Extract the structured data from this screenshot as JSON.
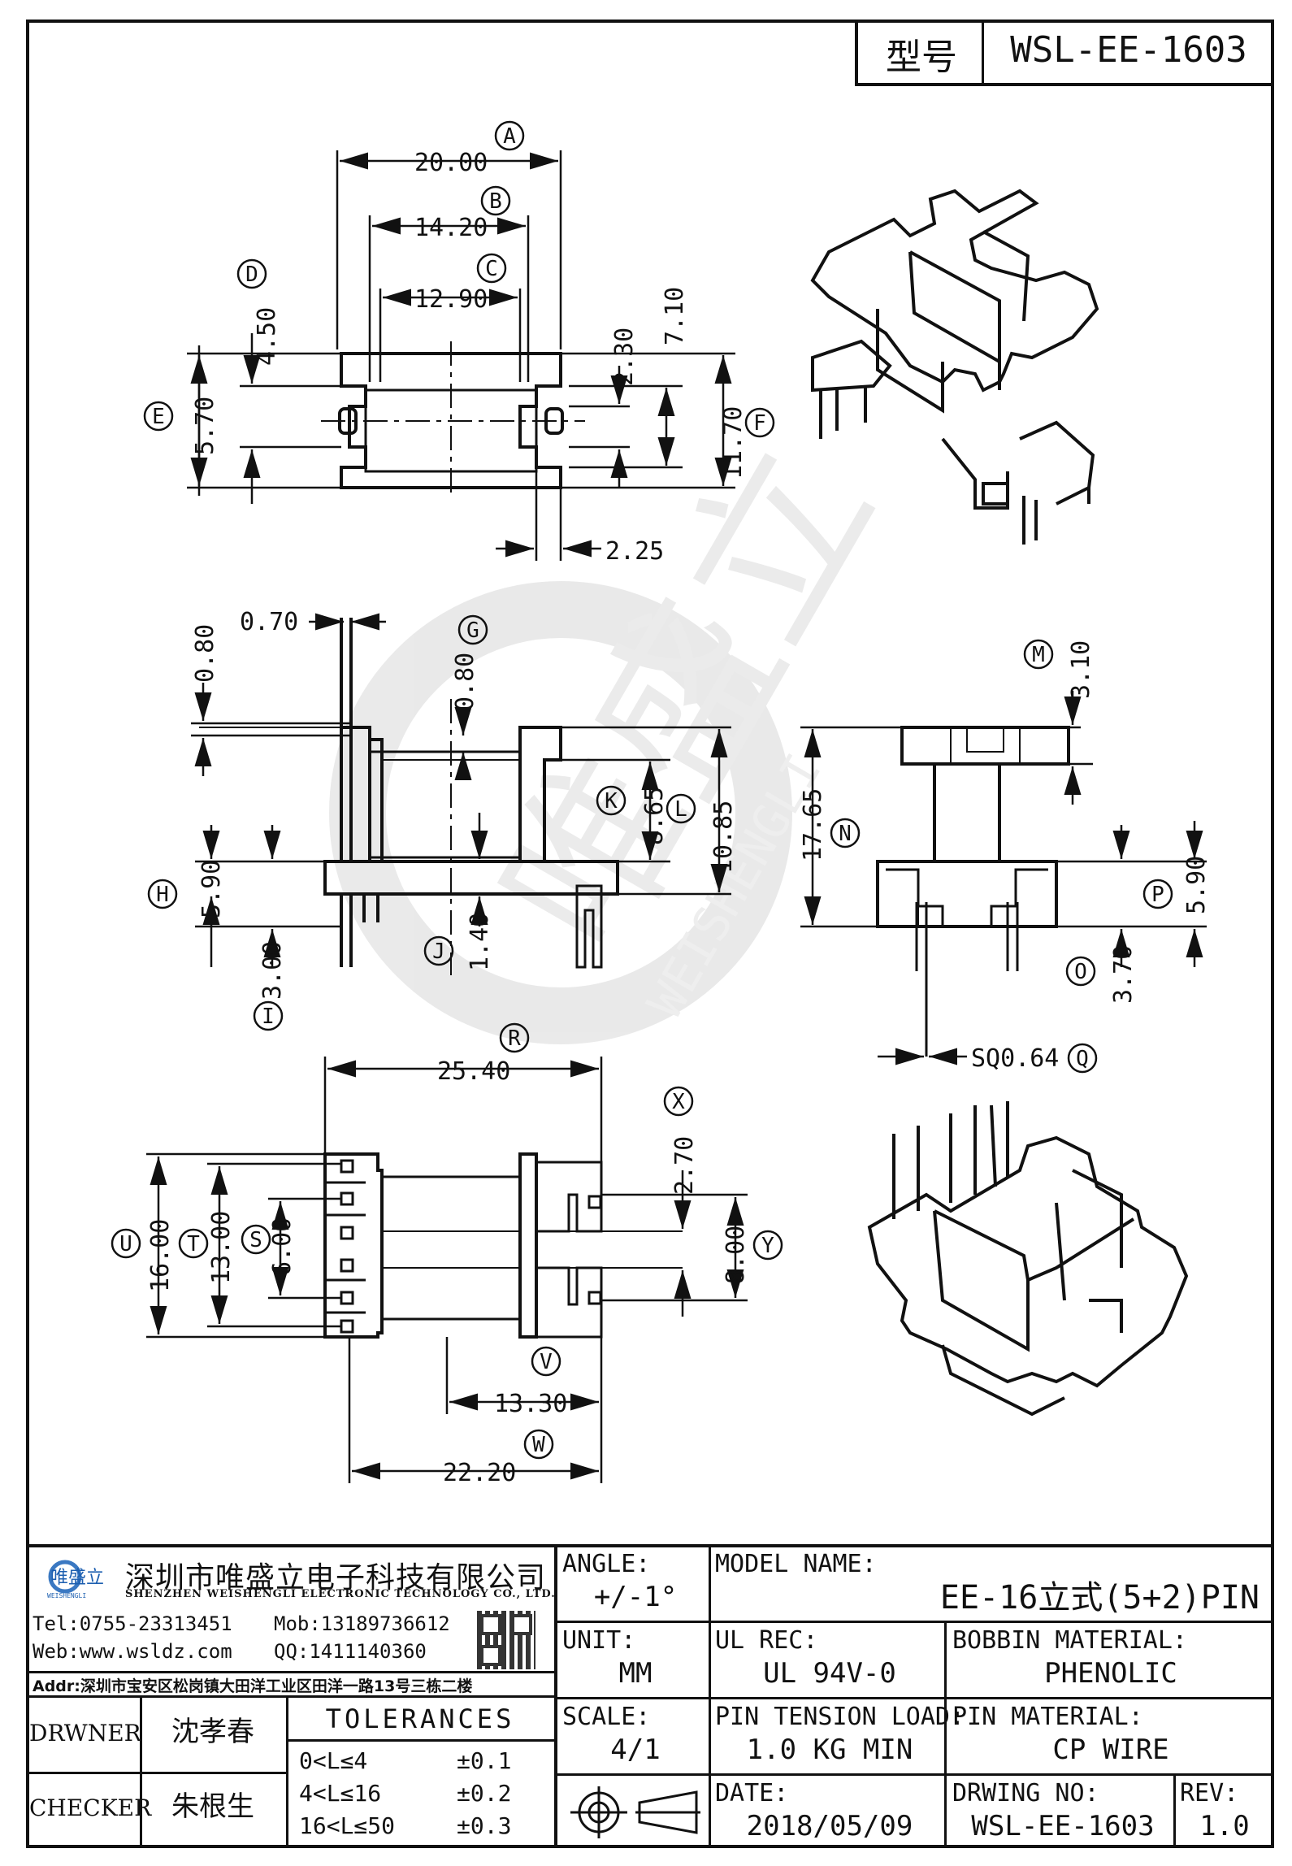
{
  "header": {
    "type_label": "型号",
    "type_value": "WSL-EE-1603"
  },
  "dimensions": {
    "A": "20.00",
    "B": "14.20",
    "C": "12.90",
    "D": "4.50",
    "E": "5.70",
    "F": "11.70",
    "d230": "2.30",
    "d710": "7.10",
    "d225": "2.25",
    "d070": "0.70",
    "d080a": "0.80",
    "G": "0.80",
    "K": "8.65",
    "L": "10.85",
    "H": "5.90",
    "J": "1.40",
    "I": "3.00",
    "M": "3.10",
    "N": "17.65",
    "P": "5.90",
    "O": "3.70",
    "Q": "SQ0.64",
    "R": "25.40",
    "X": "2.70",
    "Y": "8.00",
    "U": "16.00",
    "T": "13.00",
    "S": "6.00",
    "V": "13.30",
    "W": "22.20"
  },
  "markers": [
    "A",
    "B",
    "C",
    "D",
    "E",
    "F",
    "G",
    "H",
    "I",
    "J",
    "K",
    "L",
    "M",
    "N",
    "O",
    "P",
    "Q",
    "R",
    "S",
    "T",
    "U",
    "V",
    "W",
    "X",
    "Y"
  ],
  "watermark": {
    "cn": "唯盛立",
    "en": "WEISHENGLI"
  },
  "company": {
    "logo_cn": "唯盛立",
    "logo_en": "WEISHENGLI",
    "name_cn": "深圳市唯盛立电子科技有限公司",
    "name_en": "SHENZHEN WEISHENGLI ELECTRONIC TECHNOLOGY CO., LTD.",
    "tel": "Tel:0755-23313451",
    "mob": "Mob:13189736612",
    "web": "Web:www.wsldz.com",
    "qq": "QQ:1411140360",
    "addr": "Addr:深圳市宝安区松岗镇大田洋工业区田洋一路13号三栋二楼"
  },
  "title_block": {
    "angle_label": "ANGLE:",
    "angle_value": "+/-1°",
    "model_label": "MODEL NAME:",
    "model_value": "EE-16立式(5+2)PIN",
    "unit_label": "UNIT:",
    "unit_value": "MM",
    "ul_label": "UL REC:",
    "ul_value": "UL 94V-0",
    "bobbin_label": "BOBBIN MATERIAL:",
    "bobbin_value": "PHENOLIC",
    "scale_label": "SCALE:",
    "scale_value": "4/1",
    "pin_tension_label": "PIN TENSION LOAD:",
    "pin_tension_value": "1.0 KG MIN",
    "pin_material_label": "PIN MATERIAL:",
    "pin_material_value": "CP WIRE",
    "date_label": "DATE:",
    "date_value": "2018/05/09",
    "drwing_no_label": "DRWING NO:",
    "drwing_no_value": "WSL-EE-1603",
    "rev_label": "REV:",
    "rev_value": "1.0",
    "drawer_label": "DRWNER",
    "drawer_value": "沈孝春",
    "checker_label": "CHECKER",
    "checker_value": "朱根生",
    "tolerances_label": "TOLERANCES",
    "tolerances": [
      {
        "range": "0<L≤4",
        "tol": "±0.1"
      },
      {
        "range": "4<L≤16",
        "tol": "±0.2"
      },
      {
        "range": "16<L≤50",
        "tol": "±0.3"
      }
    ]
  }
}
